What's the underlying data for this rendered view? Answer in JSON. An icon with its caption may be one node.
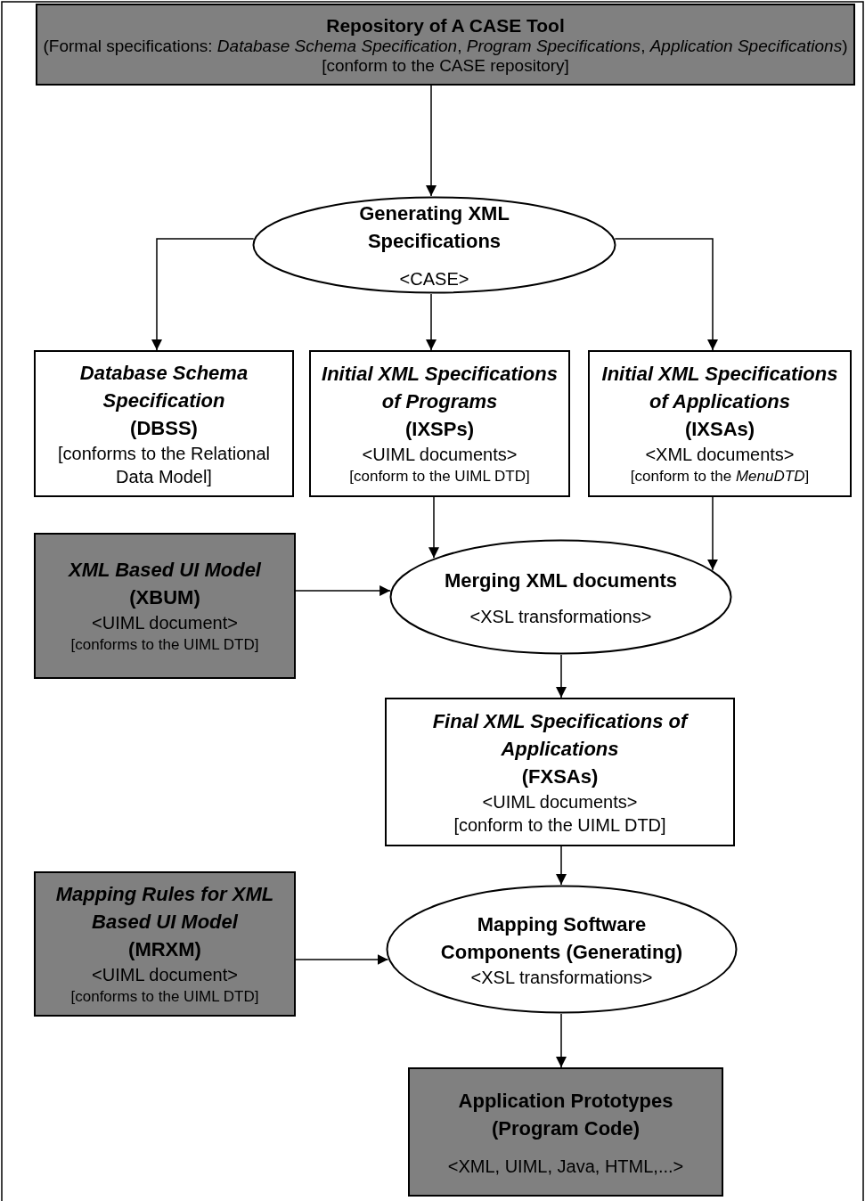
{
  "diagram": {
    "nodes": [
      {
        "text": [
          "Repository of A CASE Tool",
          "(Formal specifications: *Database Schema Specification*, *Program Specifications*, *Application Specifications*)",
          "[conform to the CASE repository]"
        ]
      },
      {
        "text": [
          "Generating XML Specifications",
          "<CASE>"
        ]
      },
      {
        "text": [
          "Database Schema Specification",
          "(DBSS)",
          "[conforms to the Relational Data Model]"
        ]
      },
      {
        "text": [
          "Initial XML Specifications of Programs",
          "(IXSPs)",
          "<UIML documents>",
          "[conform to the UIML DTD]"
        ]
      },
      {
        "text": [
          "Initial XML Specifications of Applications",
          "(IXSAs)",
          "<XML documents>",
          "[conform to the *MenuDTD*]"
        ]
      },
      {
        "text": [
          "XML Based UI Model",
          "(XBUM)",
          "<UIML document>",
          "[conforms to the UIML DTD]"
        ]
      },
      {
        "text": [
          "Merging XML documents",
          "<XSL transformations>"
        ]
      },
      {
        "text": [
          "Final XML Specifications of Applications",
          "(FXSAs)",
          "<UIML documents>",
          "[conform to the UIML DTD]"
        ]
      },
      {
        "text": [
          "Mapping Rules for XML Based UI Model",
          "(MRXM)",
          "<UIML document>",
          "[conforms to the UIML DTD]"
        ]
      },
      {
        "text": [
          "Mapping Software Components (Generating)",
          "<XSL transformations>"
        ]
      },
      {
        "text": [
          "Application Prototypes (Program Code)",
          "<XML, UIML, Java, HTML,...>"
        ]
      }
    ],
    "edges": [
      {
        "from": 0,
        "to": 1,
        "arrow": "to"
      },
      {
        "from": 1,
        "to": 2,
        "arrow": "to"
      },
      {
        "from": 1,
        "to": 3,
        "arrow": "to"
      },
      {
        "from": 1,
        "to": 4,
        "arrow": "to"
      },
      {
        "from": 3,
        "to": 6,
        "arrow": "to"
      },
      {
        "from": 4,
        "to": 6,
        "arrow": "to"
      },
      {
        "from": 5,
        "to": 6,
        "arrow": "to"
      },
      {
        "from": 6,
        "to": 7,
        "arrow": "to"
      },
      {
        "from": 7,
        "to": 9,
        "arrow": "to"
      },
      {
        "from": 8,
        "to": 9,
        "arrow": "to"
      },
      {
        "from": 9,
        "to": 10,
        "arrow": "to"
      }
    ]
  }
}
